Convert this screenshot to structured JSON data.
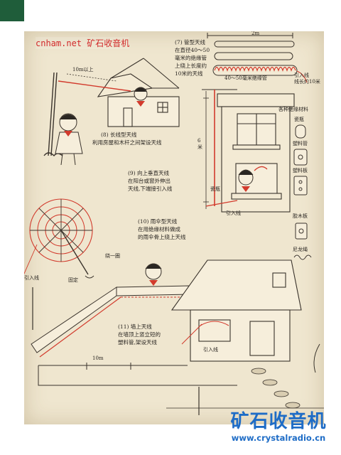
{
  "watermark_top": "cnham.net 矿石收音机",
  "brand": {
    "title": "矿石收音机",
    "url": "www.crystalradio.cn"
  },
  "diagram": {
    "tube_antenna": [
      "(7) 管型天线",
      "在直径40～50",
      "毫米的绝缘管",
      "上绕上长度约",
      "10米的天线"
    ],
    "dim_2m": "2m",
    "tube_caption": "40～50毫米绝缘管",
    "lead_wire_top": [
      "引入线",
      "线长约10米"
    ],
    "insulators_title": "各种绝缘材料",
    "ins_porcelain_bottle": "瓷瓶",
    "ins_plastic_tube": "塑料管",
    "ins_plastic_board": "塑料板",
    "ins_rubber_board": "胶木板",
    "ins_nylon_rope": "尼龙绳",
    "dim_10m_top": "10m以上",
    "long_wire_antenna": [
      "(8) 长线型天线",
      "利用房屋和木杆之间架设天线"
    ],
    "dim_6m": "6米",
    "vertical_antenna": [
      "(9) 向上垂直天线",
      "在阳台或窗外伸出",
      "天线,下端接引入线"
    ],
    "porcelain_bottle": "瓷瓶",
    "lead_wire_mid": "引入线",
    "umbrella_antenna": [
      "(10) 雨伞型天线",
      "在用绝缘材料做成",
      "的雨伞骨上绕上天线"
    ],
    "wrap_once": "绕一圈",
    "lead_wire_left": "引入线",
    "fixed": "固定",
    "wall_antenna": [
      "(11) 墙上天线",
      "在墙顶上竖立短的",
      "塑料管,架设天线"
    ],
    "lead_wire_bottom": "引入线",
    "dim_10m_bottom": "10m"
  },
  "colors": {
    "page_bg": "#efe6cf",
    "ink": "#2a2622",
    "red": "#d23a2c",
    "brand_blue": "#1e6cc6",
    "corner": "#1f5d3a"
  }
}
